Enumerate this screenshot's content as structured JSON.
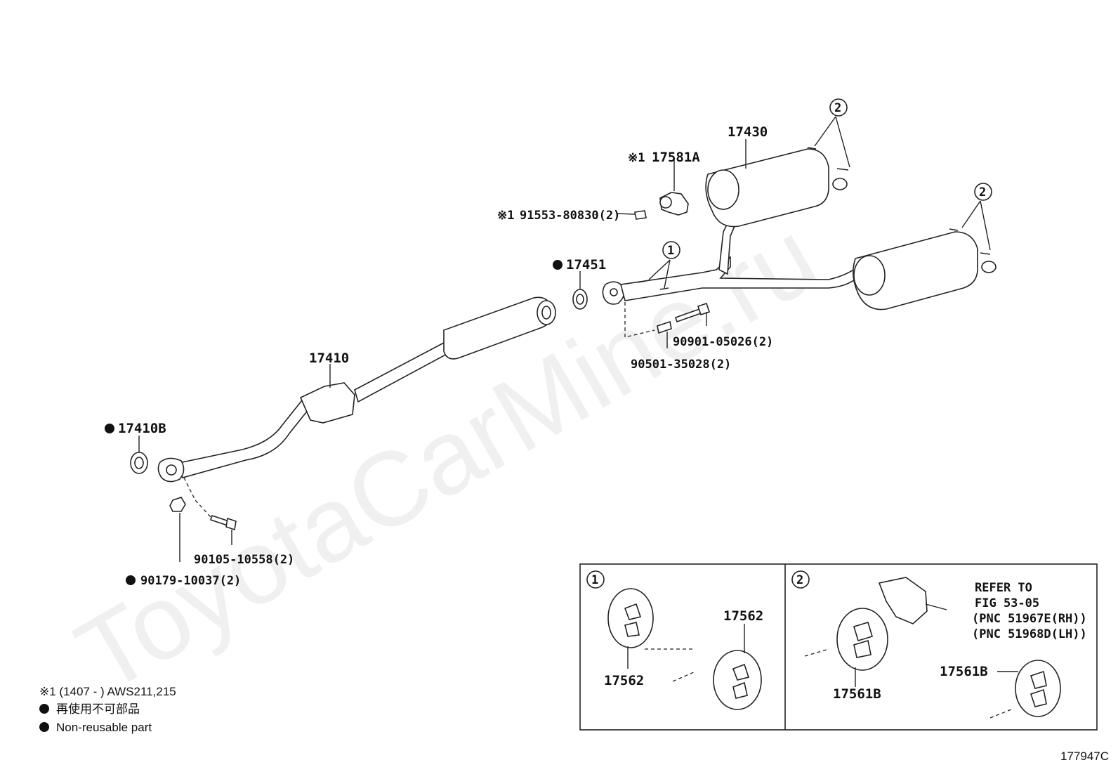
{
  "watermark": "ToyotaCarMine.ru",
  "figure_code": "177947C",
  "parts": {
    "p17430": "17430",
    "p17581A": "17581A",
    "p17581A_prefix": "※1",
    "p91553": "91553-80830(2)",
    "p91553_prefix": "※1",
    "p17451": "17451",
    "p90901": "90901-05026(2)",
    "p90501": "90501-35028(2)",
    "p17410": "17410",
    "p17410B": "17410B",
    "p90105": "90105-10558(2)",
    "p90179": "90179-10037(2)"
  },
  "callouts": {
    "one": "1",
    "two": "2"
  },
  "inset1": {
    "num": "1",
    "label_a": "17562",
    "label_b": "17562"
  },
  "inset2": {
    "num": "2",
    "refer_line1": "REFER TO",
    "refer_line2": "FIG 53-05",
    "refer_line3": "(PNC 51967E(RH))",
    "refer_line4": "(PNC 51968D(LH))",
    "label_a": "17561B",
    "label_b": "17561B"
  },
  "legend": {
    "note1": "※1 (1407 -          ) AWS211,215",
    "note2": "再使用不可部品",
    "note3": "Non-reusable part"
  }
}
